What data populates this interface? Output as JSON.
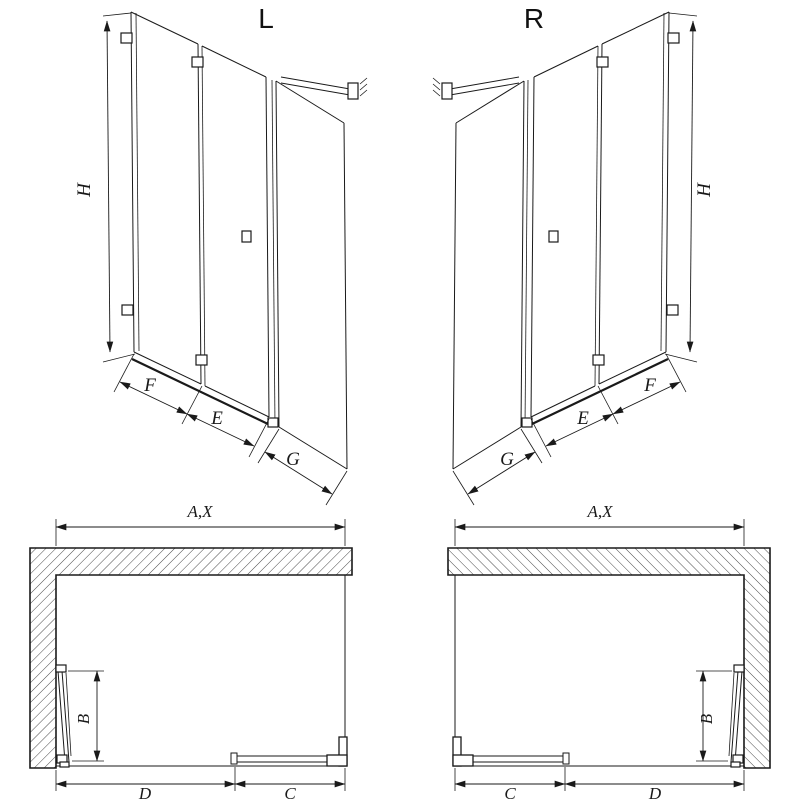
{
  "front_left": {
    "variant": "L",
    "h": "H",
    "f": "F",
    "e": "E",
    "g": "G"
  },
  "front_right": {
    "variant": "R",
    "h": "H",
    "f": "F",
    "e": "E",
    "g": "G"
  },
  "plan_left": {
    "ax": "A,X",
    "b": "B",
    "d": "D",
    "c": "C"
  },
  "plan_right": {
    "ax": "A,X",
    "b": "B",
    "d": "D",
    "c": "C"
  },
  "colors": {
    "line": "#1a1a1a",
    "background": "#ffffff"
  }
}
